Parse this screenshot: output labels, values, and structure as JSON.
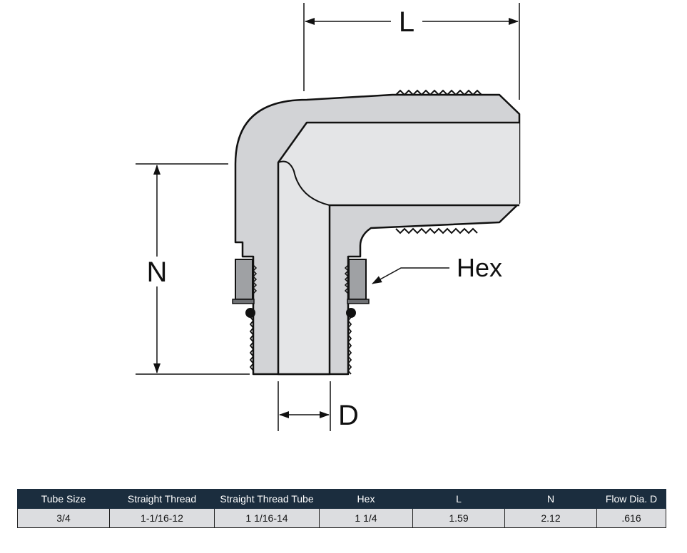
{
  "diagram": {
    "labels": {
      "length": "L",
      "height": "N",
      "flow_diameter": "D",
      "hex": "Hex"
    },
    "colors": {
      "body_fill": "#d2d3d6",
      "hex_fill": "#9fa1a4",
      "outline": "#111111",
      "header_bg": "#1b2d3e",
      "row_bg": "#dcdde0"
    }
  },
  "table": {
    "headers": [
      "Tube Size",
      "Straight Thread",
      "Straight Thread Tube",
      "Hex",
      "L",
      "N",
      "Flow Dia. D"
    ],
    "rows": [
      [
        "3/4",
        "1-1/16-12",
        "1 1/16-14",
        "1 1/4",
        "1.59",
        "2.12",
        ".616"
      ]
    ]
  }
}
